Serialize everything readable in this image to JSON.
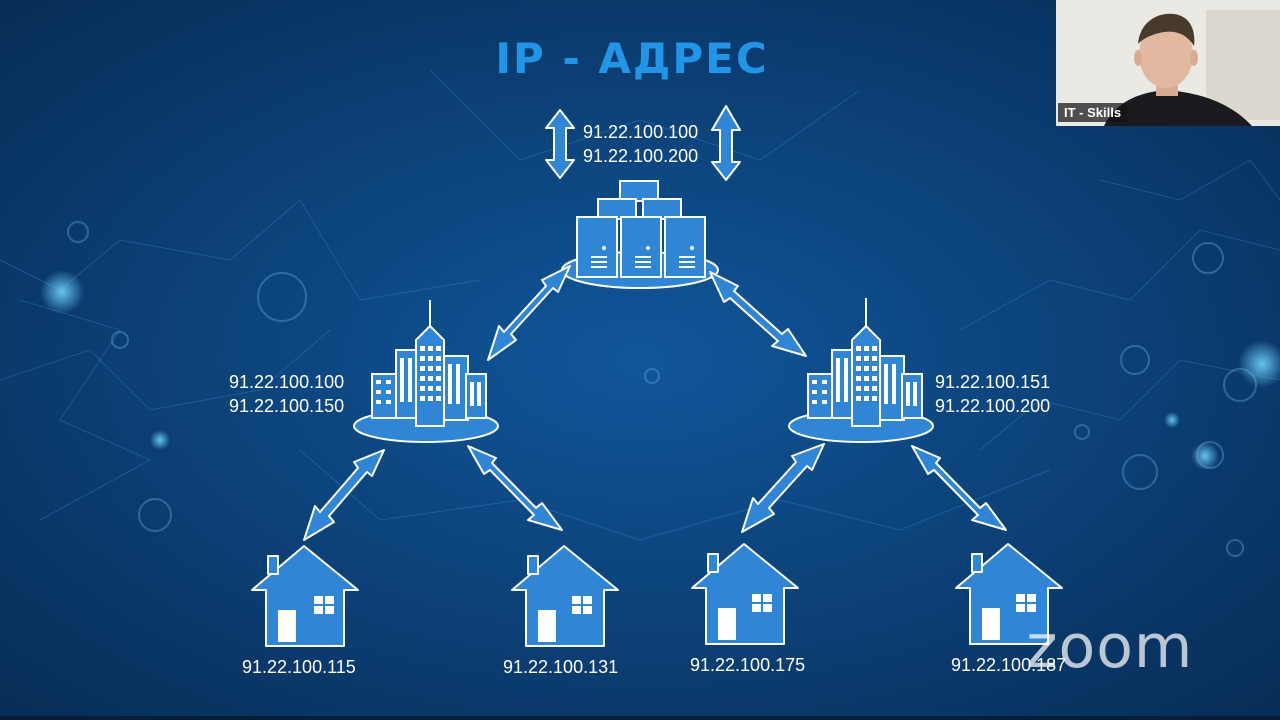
{
  "slide": {
    "title": "IP - АДРЕС",
    "server_ips": [
      "91.22.100.100",
      "91.22.100.200"
    ],
    "left_city_ips": [
      "91.22.100.100",
      "91.22.100.150"
    ],
    "right_city_ips": [
      "91.22.100.151",
      "91.22.100.200"
    ],
    "houses": [
      {
        "ip": "91.22.100.115"
      },
      {
        "ip": "91.22.100.131"
      },
      {
        "ip": "91.22.100.175"
      },
      {
        "ip": "91.22.100.187"
      }
    ]
  },
  "participant": {
    "name": "IT - Skills"
  },
  "watermark": "zoom",
  "colors": {
    "background": "#0b3f73",
    "title": "#2196e6",
    "icon_fill": "#2f86d6",
    "icon_stroke": "#ffffff"
  }
}
